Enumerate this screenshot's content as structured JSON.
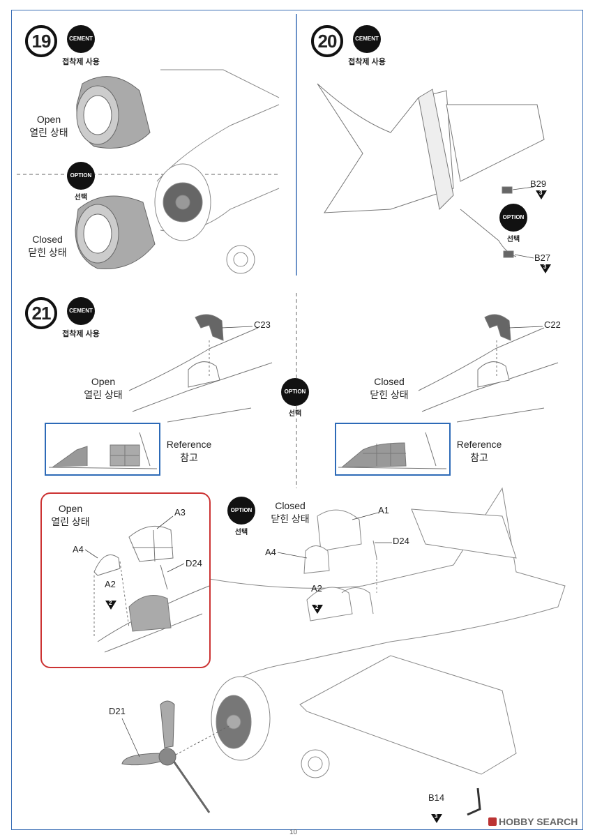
{
  "steps": {
    "s19": {
      "number": "19",
      "cement": "CEMENT",
      "cement_ko": "접착제 사용",
      "option": "OPTION",
      "option_ko": "선택",
      "open": "Open",
      "open_ko": "열린 상태",
      "closed": "Closed",
      "closed_ko": "닫힌 상태"
    },
    "s20": {
      "number": "20",
      "cement": "CEMENT",
      "cement_ko": "접착제 사용",
      "option": "OPTION",
      "option_ko": "선택",
      "parts": {
        "b29": "B29",
        "b29_qty": "3",
        "b27": "B27",
        "b27_qty": "3"
      }
    },
    "s21": {
      "number": "21",
      "cement": "CEMENT",
      "cement_ko": "접착제 사용",
      "option": "OPTION",
      "option_ko": "선택",
      "open": "Open",
      "open_ko": "열린 상태",
      "closed": "Closed",
      "closed_ko": "닫힌 상태",
      "c23": "C23",
      "c22": "C22",
      "reference": "Reference",
      "reference_ko": "참고"
    },
    "s22": {
      "option": "OPTION",
      "option_ko": "선택",
      "open": "Open",
      "open_ko": "열린 상태",
      "closed": "Closed",
      "closed_ko": "닫힌 상태",
      "a1": "A1",
      "a3": "A3",
      "a4": "A4",
      "d24": "D24",
      "a2": "A2",
      "a2_qty": "2",
      "d21": "D21",
      "b14": "B14",
      "b14_qty": "3"
    }
  },
  "footer": {
    "page": "10",
    "watermark": "HOBBY SEARCH"
  },
  "colors": {
    "frame": "#3b6fb6",
    "ref_box": "#2d6ab7",
    "option_box": "#cc3333",
    "badge": "#111111"
  }
}
